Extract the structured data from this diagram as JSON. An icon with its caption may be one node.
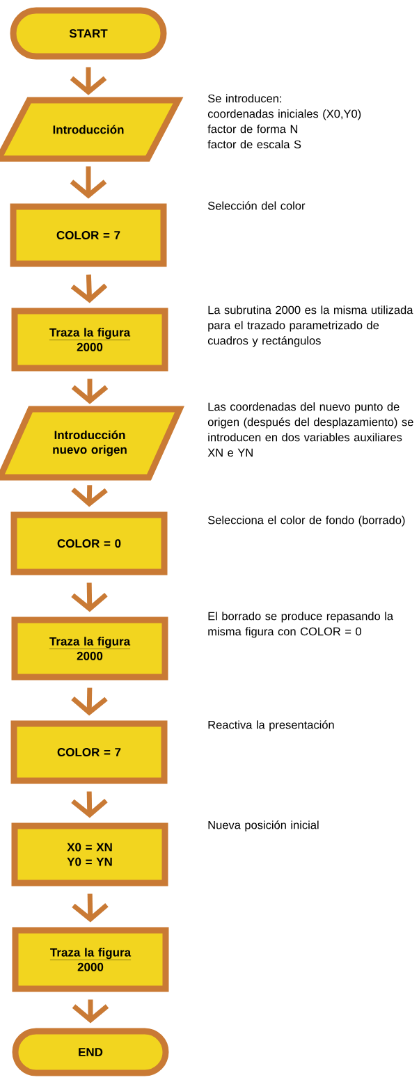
{
  "diagram": {
    "nodes": [
      {
        "text": [
          "START"
        ]
      },
      {
        "text": [
          "Introducción"
        ],
        "beside": [
          "Se introducen:",
          "coordenadas iniciales (X0,Y0)",
          "factor de forma N",
          "factor de escala S"
        ]
      },
      {
        "text": [
          "COLOR = 7"
        ],
        "beside": [
          "Selección del color"
        ]
      },
      {
        "text": [
          "Traza la figura",
          "2000"
        ],
        "beside": [
          "La subrutina 2000 es la misma utilizada para el trazado parametrizado de cuadros y rectángulos"
        ]
      },
      {
        "text": [
          "Introducción nuevo origen"
        ],
        "beside": [
          "Las coordenadas del nuevo punto de origen (después del desplazamiento) se introducen en dos variables auxiliares XN e YN"
        ]
      },
      {
        "text": [
          "COLOR = 0"
        ],
        "beside": [
          "Selecciona el color de fondo (borrado)"
        ]
      },
      {
        "text": [
          "Traza la figura",
          "2000"
        ],
        "beside": [
          "El borrado se produce repasando la misma figura con COLOR = 0"
        ]
      },
      {
        "text": [
          "COLOR = 7"
        ],
        "beside": [
          "Reactiva la presentación"
        ]
      },
      {
        "text": [
          "X0 = XN",
          "Y0 = YN"
        ],
        "beside": [
          "Nueva posición inicial"
        ]
      },
      {
        "text": [
          "Traza la figura",
          "2000"
        ]
      },
      {
        "text": [
          "END"
        ]
      }
    ],
    "edges": [
      {
        "from": 0,
        "to": 1,
        "arrow": "to"
      },
      {
        "from": 1,
        "to": 2,
        "arrow": "to"
      },
      {
        "from": 2,
        "to": 3,
        "arrow": "to"
      },
      {
        "from": 3,
        "to": 4,
        "arrow": "to"
      },
      {
        "from": 4,
        "to": 5,
        "arrow": "to"
      },
      {
        "from": 5,
        "to": 6,
        "arrow": "to"
      },
      {
        "from": 6,
        "to": 7,
        "arrow": "to"
      },
      {
        "from": 7,
        "to": 8,
        "arrow": "to"
      },
      {
        "from": 8,
        "to": 9,
        "arrow": "to"
      },
      {
        "from": 9,
        "to": 10,
        "arrow": "to"
      }
    ]
  }
}
